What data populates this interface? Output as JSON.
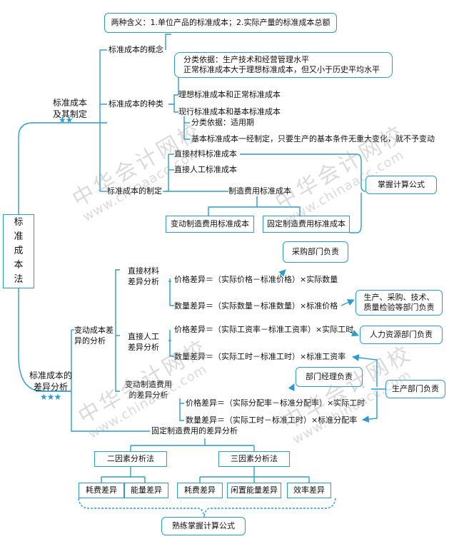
{
  "title_chars": [
    "标",
    "准",
    "成",
    "本",
    "法"
  ],
  "branch1": {
    "title": "标准成本\n及其制定",
    "stars": "★★",
    "concept": {
      "label": "标准成本的概念",
      "callout": "两种含义：1.单位产品的标准成本；2.实际产量的标准成本总额"
    },
    "types": {
      "label": "标准成本的种类",
      "note_lines": [
        "分类依据：生产技术和经营管理水平",
        "正常标准成本大于理想标准成本，但又小于历史平均水平"
      ],
      "item1": "理想标准成本和正常标准成本",
      "item2": "现行标准成本和基本标准成本",
      "basis": "分类依据：适用期",
      "basic_note": "基本标准成本一经制定，只要生产的基本条件无重大变化，就不予变动"
    },
    "making": {
      "label": "标准成本的制定",
      "material": "直接材料标准成本",
      "labor": "直接人工标准成本",
      "overhead": "制造费用标准成本",
      "variable": "变动制造费用标准成本",
      "fixed": "固定制造费用标准成本",
      "master": "掌握计算公式"
    }
  },
  "branch2": {
    "title": "标准成本的\n差异分析",
    "stars": "★★★",
    "variable": {
      "label": "变动成本差\n异的分析",
      "material": {
        "label": "直接材料\n差异分析",
        "price": "价格差异＝（实际价格－标准价格）×实际数量",
        "price_note": "采购部门负责",
        "qty": "数量差异＝（实际数量－标准数量）×标准价格",
        "qty_note": "生产、采购、技术、\n质量检验等部门负责"
      },
      "labor": {
        "label": "直接人工\n差异分析",
        "price": "价格差异＝（实际工资率－标准工资率）×实际工时",
        "price_note": "人力资源部门负责",
        "qty": "数量差异＝（实际工时－标准工时）×标准工资率"
      },
      "overhead": {
        "label": "变动制造费用\n的差异分析",
        "note": "部门经理负责",
        "price": "价格差异＝（实际分配率－标准分配率）×实际工时",
        "qty": "数量差异＝（实际工时－标准工时）×标准分配率"
      },
      "production_note": "生产部门负责"
    },
    "fixed": {
      "label": "固定制造费用的差异分析",
      "two": {
        "label": "二因素分析法",
        "items": [
          "耗费差异",
          "能量差异"
        ]
      },
      "three": {
        "label": "三因素分析法",
        "items": [
          "耗费差异",
          "闲置能量差异",
          "效率差异"
        ]
      },
      "master": "熟练掌握计算公式"
    }
  },
  "watermark": {
    "cn": "中华会计网校",
    "en": "www.chinaacc.com"
  },
  "colors": {
    "accent": "#2f9bc8",
    "text": "#111111"
  }
}
